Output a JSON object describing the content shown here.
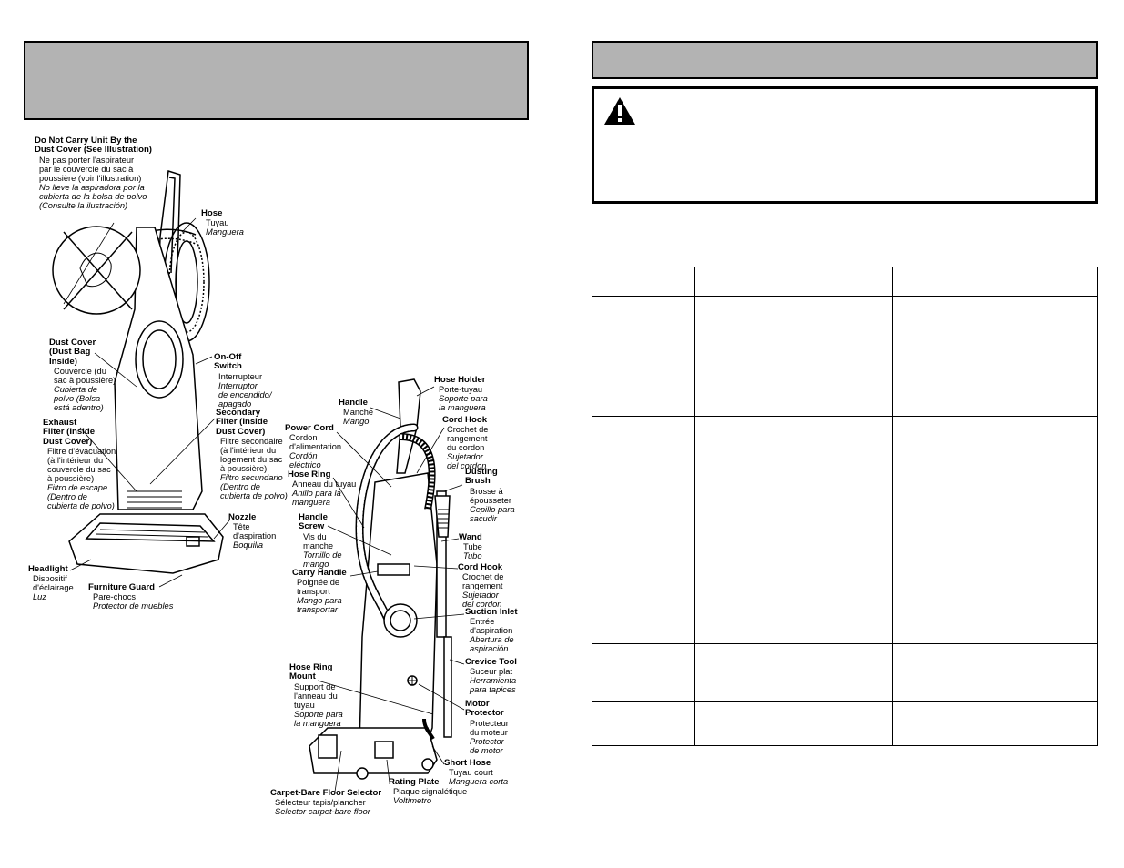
{
  "page": {
    "left_title": "",
    "right_title": "",
    "warning_text": ""
  },
  "illustration_1": {
    "labels": [
      {
        "key": "dust_cover_note",
        "en": [
          "Do Not Carry Unit By the",
          "Dust Cover (See Illustration)"
        ],
        "fr": [
          "Ne pas porter l'aspirateur",
          "par le couvercle du sac à",
          "poussière (voir l'illustration)"
        ],
        "es": [
          "No lleve la aspiradora por la",
          "cubierta de la bolsa de polvo",
          "(Consulte la ilustración)"
        ]
      },
      {
        "key": "hose",
        "en": [
          "Hose"
        ],
        "fr": [
          "Tuyau"
        ],
        "es": [
          "Manguera"
        ]
      },
      {
        "key": "dust_cover",
        "en": [
          "Dust Cover",
          "(Dust Bag",
          "Inside)"
        ],
        "fr": [
          "Couvercle (du",
          "sac à poussière)"
        ],
        "es": [
          "Cubierta de",
          "polvo (Bolsa",
          "está adentro)"
        ]
      },
      {
        "key": "on_off",
        "en": [
          "On-Off",
          "Switch"
        ],
        "fr": [
          "Interrupteur"
        ],
        "es": [
          "Interruptor",
          "de encendido/",
          "apagado"
        ]
      },
      {
        "key": "exhaust_filter",
        "en": [
          "Exhaust",
          "Filter (Inside",
          "Dust Cover)"
        ],
        "fr": [
          "Filtre d'évacuation",
          "(à l'intérieur du",
          "couvercle du sac",
          "à poussière)"
        ],
        "es": [
          "Filtro de escape",
          "(Dentro de",
          "cubierta de polvo)"
        ]
      },
      {
        "key": "secondary_filter",
        "en": [
          "Secondary",
          "Filter (Inside",
          "Dust Cover)"
        ],
        "fr": [
          "Filtre secondaire",
          "(à l'intérieur du",
          "logement du sac",
          "à poussière)"
        ],
        "es": [
          "Filtro secundario",
          "(Dentro de",
          "cubierta de polvo)"
        ]
      },
      {
        "key": "nozzle",
        "en": [
          "Nozzle"
        ],
        "fr": [
          "Tête",
          "d'aspiration"
        ],
        "es": [
          "Boquilla"
        ]
      },
      {
        "key": "headlight",
        "en": [
          "Headlight"
        ],
        "fr": [
          "Dispositif",
          "d'éclairage"
        ],
        "es": [
          "Luz"
        ]
      },
      {
        "key": "furniture_guard",
        "en": [
          "Furniture Guard"
        ],
        "fr": [
          "Pare-chocs"
        ],
        "es": [
          "Protector de muebles"
        ]
      }
    ]
  },
  "illustration_2": {
    "labels": [
      {
        "key": "hose_holder",
        "en": [
          "Hose Holder"
        ],
        "fr": [
          "Porte-tuyau"
        ],
        "es": [
          "Soporte para",
          "la manguera"
        ]
      },
      {
        "key": "handle",
        "en": [
          "Handle"
        ],
        "fr": [
          "Manche"
        ],
        "es": [
          "Mango"
        ]
      },
      {
        "key": "cord_hook_top",
        "en": [
          "Cord Hook"
        ],
        "fr": [
          "Crochet de",
          "rangement",
          "du cordon"
        ],
        "es": [
          "Sujetador",
          "del cordon"
        ]
      },
      {
        "key": "power_cord",
        "en": [
          "Power Cord"
        ],
        "fr": [
          "Cordon",
          "d'alimentation"
        ],
        "es": [
          "Cordón",
          "eléctrico"
        ]
      },
      {
        "key": "dusting_brush",
        "en": [
          "Dusting",
          "Brush"
        ],
        "fr": [
          "Brosse à",
          "épousseter"
        ],
        "es": [
          "Cepillo para",
          "sacudir"
        ]
      },
      {
        "key": "hose_ring",
        "en": [
          "Hose Ring"
        ],
        "fr": [
          "Anneau du tuyau"
        ],
        "es": [
          "Anillo para la",
          "manguera"
        ]
      },
      {
        "key": "handle_screw",
        "en": [
          "Handle",
          "Screw"
        ],
        "fr": [
          "Vis du",
          "manche"
        ],
        "es": [
          "Tornillo de",
          "mango"
        ]
      },
      {
        "key": "wand",
        "en": [
          "Wand"
        ],
        "fr": [
          "Tube"
        ],
        "es": [
          "Tubo"
        ]
      },
      {
        "key": "carry_handle",
        "en": [
          "Carry Handle"
        ],
        "fr": [
          "Poignée de",
          "transport"
        ],
        "es": [
          "Mango para",
          "transportar"
        ]
      },
      {
        "key": "cord_hook_low",
        "en": [
          "Cord Hook"
        ],
        "fr": [
          "Crochet de",
          "rangement"
        ],
        "es": [
          "Sujetador",
          "del cordon"
        ]
      },
      {
        "key": "suction_inlet",
        "en": [
          "Suction Inlet"
        ],
        "fr": [
          "Entrée",
          "d'aspiration"
        ],
        "es": [
          "Abertura de",
          "aspiración"
        ]
      },
      {
        "key": "crevice_tool",
        "en": [
          "Crevice Tool"
        ],
        "fr": [
          "Suceur plat"
        ],
        "es": [
          "Herramienta",
          "para tapices"
        ]
      },
      {
        "key": "hose_ring_mount",
        "en": [
          "Hose Ring",
          "Mount"
        ],
        "fr": [
          "Support de",
          "l'anneau du",
          "tuyau"
        ],
        "es": [
          "Soporte para",
          "la manguera"
        ]
      },
      {
        "key": "motor_protector",
        "en": [
          "Motor",
          "Protector"
        ],
        "fr": [
          "Protecteur",
          "du moteur"
        ],
        "es": [
          "Protector",
          "de motor"
        ]
      },
      {
        "key": "short_hose",
        "en": [
          "Short Hose"
        ],
        "fr": [
          "Tuyau court"
        ],
        "es": [
          "Manguera corta"
        ]
      },
      {
        "key": "rating_plate",
        "en": [
          "Rating Plate"
        ],
        "fr": [
          "Plaque signalétique"
        ],
        "es": [
          "Voltímetro"
        ]
      },
      {
        "key": "carpet_selector",
        "en": [
          "Carpet-Bare Floor Selector"
        ],
        "fr": [
          "Sélecteur tapis/plancher"
        ],
        "es": [
          "Selector carpet-bare floor"
        ]
      }
    ]
  },
  "table": {
    "headers": [
      "",
      "",
      ""
    ],
    "rows": [
      [
        "",
        "",
        ""
      ],
      [
        "",
        "",
        ""
      ],
      [
        "",
        "",
        ""
      ],
      [
        "",
        "",
        ""
      ]
    ]
  }
}
